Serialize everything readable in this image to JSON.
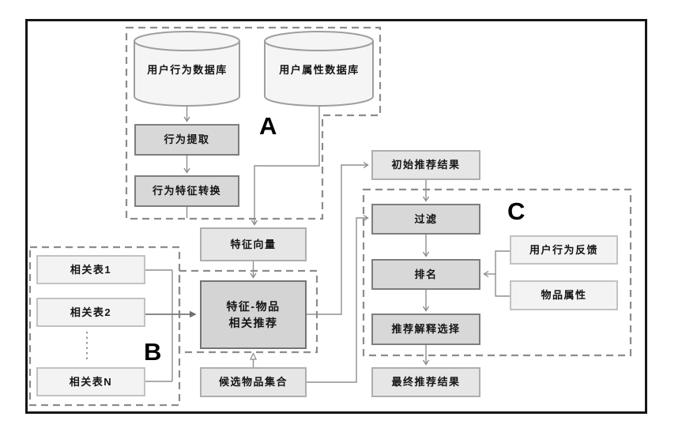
{
  "palette": {
    "process_box_fill": "#d8d8d8",
    "process_box_border": "#7e7e7e",
    "result_box_fill": "#e6e6e6",
    "input_box_fill": "#f3f3f3",
    "dashed_region": "#8c8c8c",
    "connector_line": "#8f8f8f",
    "frame": "#161616"
  },
  "regions": {
    "a": {
      "label": "A"
    },
    "b": {
      "label": "B"
    },
    "c": {
      "label": "C"
    }
  },
  "nodes": {
    "db_user_behavior": "用户行为数据库",
    "db_user_attribute": "用户属性数据库",
    "behavior_extraction": "行为提取",
    "behavior_feature_transform": "行为特征转换",
    "feature_vector": "特征向量",
    "related_table_1": "相关表1",
    "related_table_2": "相关表2",
    "related_table_n": "相关表N",
    "feature_item_line1": "特征-物品",
    "feature_item_line2": "相关推荐",
    "candidate_item_set": "候选物品集合",
    "initial_result": "初始推荐结果",
    "filter": "过滤",
    "ranking": "排名",
    "explanation_selection": "推荐解释选择",
    "final_result": "最终推荐结果",
    "user_behavior_feedback": "用户行为反馈",
    "item_attribute": "物品属性"
  }
}
